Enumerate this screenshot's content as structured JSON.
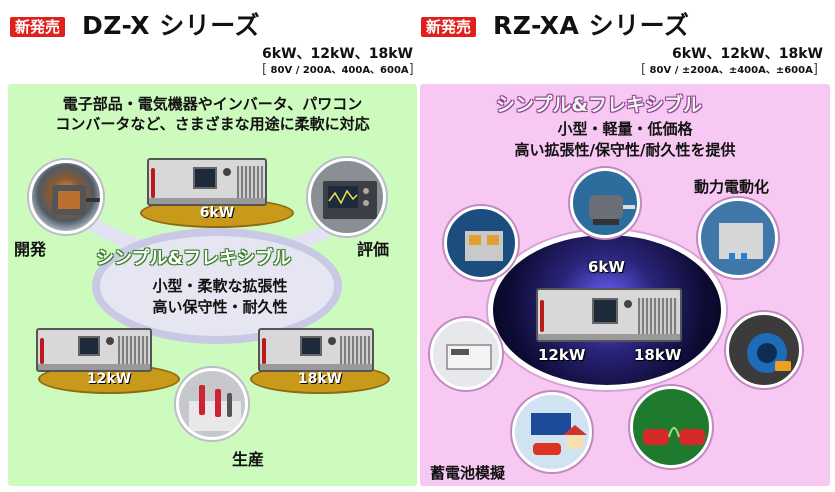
{
  "left": {
    "badge": "新発売",
    "series": "DZ-X シリーズ",
    "powers": "6kW、12kW、18kW",
    "spec_open": "[",
    "spec": " 80V / 200A、400A、600A",
    "spec_close": "]",
    "headline_1": "電子部品・電気機器やインバータ、パワコン",
    "headline_2": "コンバータなど、さまざまな用途に柔軟に対応",
    "pill": "シンプル&フレキシブル",
    "center_1": "小型・柔軟な拡張性",
    "center_2": "高い保守性・耐久性",
    "corner_dev": "開発",
    "corner_eval": "評価",
    "corner_prod": "生産",
    "unit_6": "6kW",
    "unit_12": "12kW",
    "unit_18": "18kW"
  },
  "right": {
    "badge": "新発売",
    "series": "RZ-XA シリーズ",
    "powers": "6kW、12kW、18kW",
    "spec_open": "[",
    "spec": " 80V / ±200A、±400A、±600A",
    "spec_close": "]",
    "pill": "シンプル&フレキシブル",
    "line_1": "小型・軽量・低価格",
    "line_2": "高い拡張性/保守性/耐久性を提供",
    "label_ev": "動力電動化",
    "label_storage": "蓄電池模擬",
    "unit_6": "6kW",
    "unit_12": "12kW",
    "unit_18": "18kW"
  },
  "colors": {
    "badge_red": "#e0201b",
    "left_panel": "#cdfabd",
    "right_panel": "#f7c8f2",
    "gold": "#c99a19"
  }
}
